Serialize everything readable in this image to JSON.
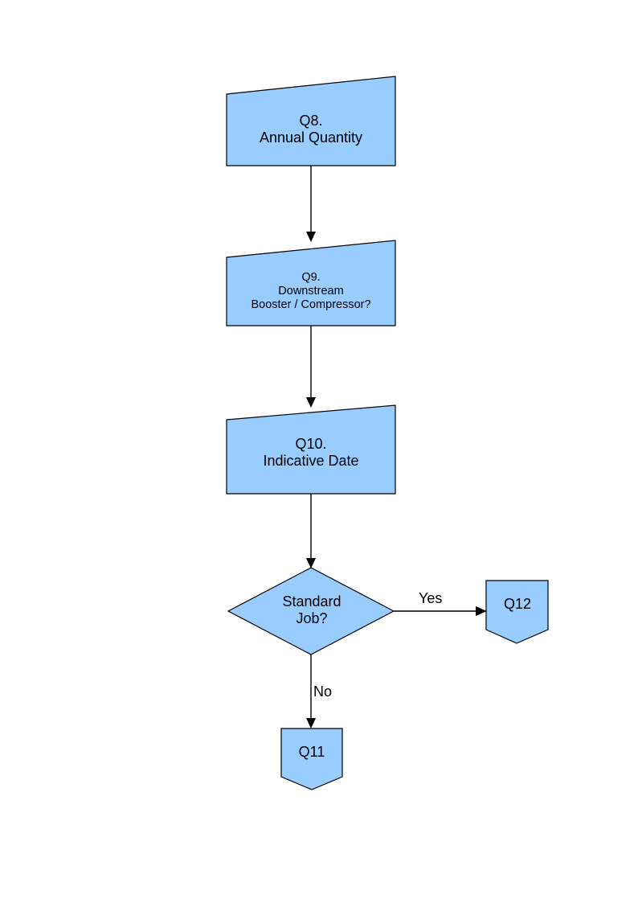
{
  "diagram": {
    "type": "flowchart",
    "title": "",
    "background_color": "#ffffff",
    "node_fill_color": "#99ccff",
    "node_stroke_color": "#000000",
    "nodes": [
      {
        "id": "q8",
        "shape": "skewed-rectangle",
        "lines": [
          "Q8.",
          "Annual Quantity"
        ],
        "text": "Q8.\nAnnual Quantity",
        "font_size": "large"
      },
      {
        "id": "q9",
        "shape": "skewed-rectangle",
        "lines": [
          "Q9.",
          "Downstream",
          "Booster / Compressor?"
        ],
        "text": "Q9.\nDownstream\nBooster / Compressor?",
        "font_size": "small"
      },
      {
        "id": "q10",
        "shape": "skewed-rectangle",
        "lines": [
          "Q10.",
          "Indicative Date"
        ],
        "text": "Q10.\nIndicative Date",
        "font_size": "large"
      },
      {
        "id": "decision",
        "shape": "diamond",
        "lines": [
          "Standard",
          "Job?"
        ],
        "text": "Standard\nJob?",
        "font_size": "large"
      },
      {
        "id": "q12",
        "shape": "pentagon-down",
        "lines": [
          "Q12"
        ],
        "text": "Q12",
        "font_size": "large"
      },
      {
        "id": "q11",
        "shape": "pentagon-down",
        "lines": [
          "Q11"
        ],
        "text": "Q11",
        "font_size": "large"
      }
    ],
    "edges": [
      {
        "id": "e1",
        "from": "q8",
        "to": "q9",
        "label": ""
      },
      {
        "id": "e2",
        "from": "q9",
        "to": "q10",
        "label": ""
      },
      {
        "id": "e3",
        "from": "q10",
        "to": "decision",
        "label": ""
      },
      {
        "id": "e4",
        "from": "decision",
        "to": "q12",
        "label": "Yes"
      },
      {
        "id": "e5",
        "from": "decision",
        "to": "q11",
        "label": "No"
      }
    ]
  }
}
